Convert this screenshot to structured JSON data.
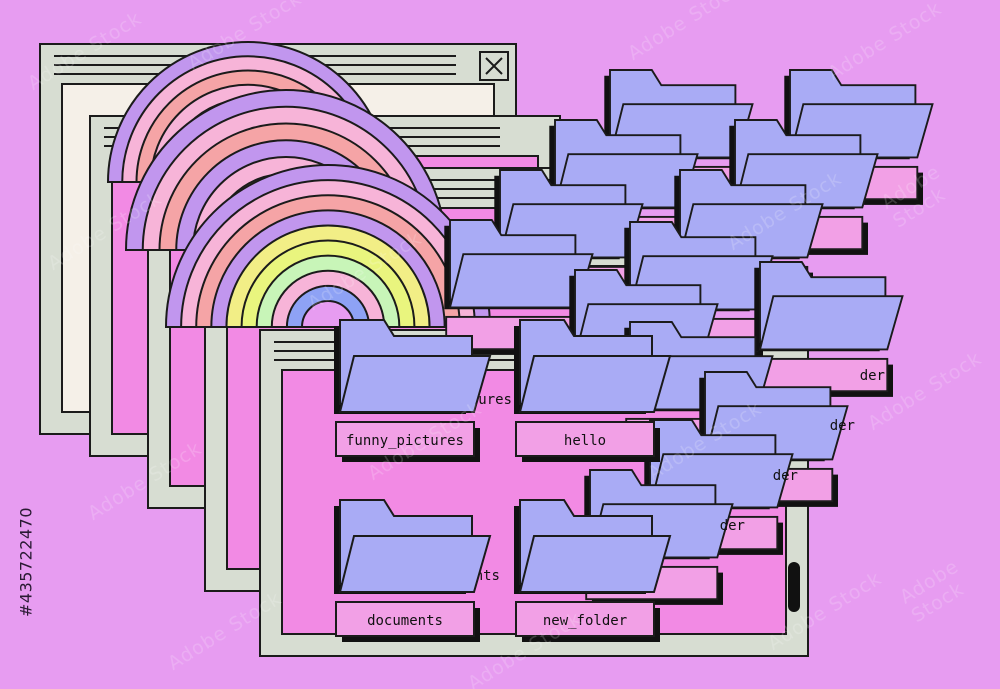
{
  "watermark": "Adobe Stock",
  "stock_id": "#435722470",
  "folders": {
    "front": [
      "funny_pictures",
      "hello",
      "documents",
      "new_folder"
    ],
    "back_partial": [
      "tures",
      "nts",
      "der",
      "der",
      "der",
      "der"
    ]
  },
  "colors": {
    "background": "#e79cf1",
    "window_frame": "#d7ddd2",
    "window_inner": "#f5f0e8",
    "window_pink": "#f28ae4",
    "folder": "#a9abf5",
    "label": "#f2a0e6",
    "rainbow_outer": "#c196ee"
  },
  "icons": [
    "close-icon",
    "folder-icon",
    "rainbow-icon",
    "scrollbar-thumb"
  ]
}
